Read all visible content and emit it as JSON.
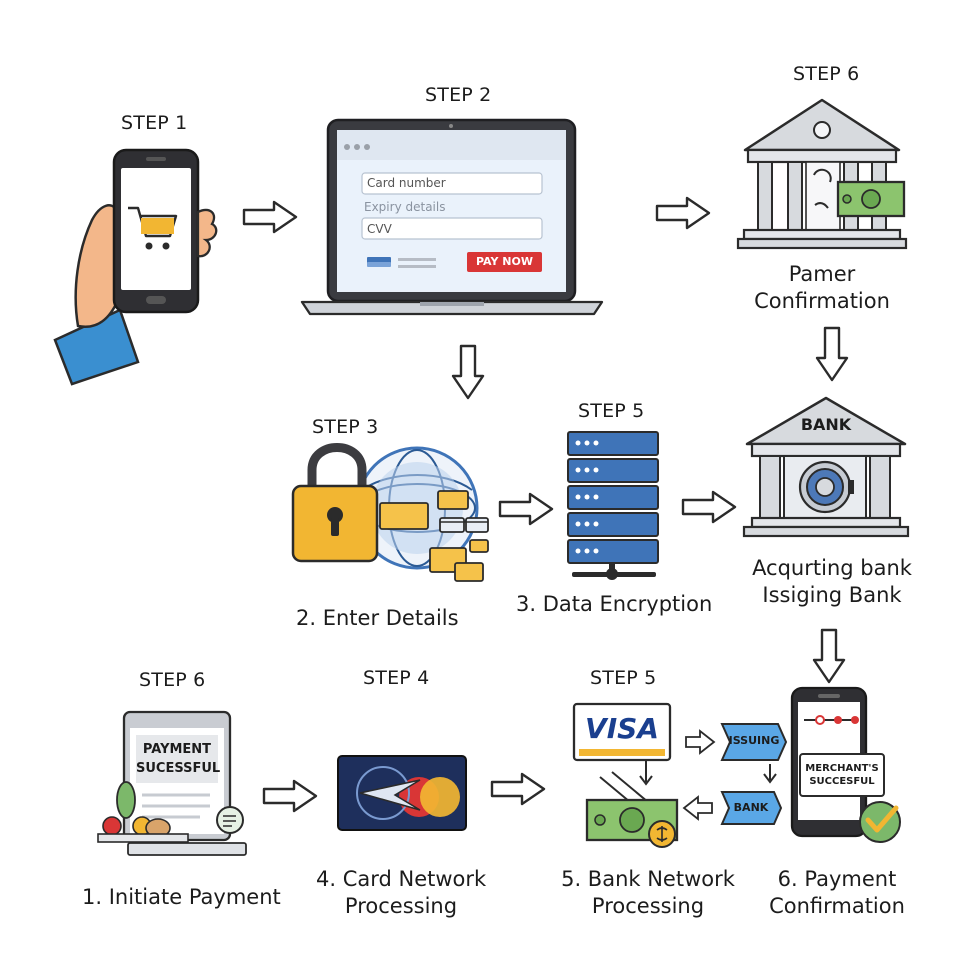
{
  "steps": {
    "top_phone": "STEP 1",
    "top_laptop": "STEP 2",
    "top_bank": "STEP 6",
    "mid_encrypt": "STEP 3",
    "mid_server": "STEP 5",
    "bot_receipt": "STEP 6",
    "bot_card": "STEP 4",
    "bot_visa": "STEP 5"
  },
  "laptop_form": {
    "card_number": "Card number",
    "expiry": "Expiry details",
    "cvv": "CVV",
    "pay_button": "PAY NOW"
  },
  "bank_label": "BANK",
  "captions": {
    "top_bank": [
      "Pamer",
      "Confirmation"
    ],
    "encrypt": "2. Enter Details",
    "server": "3. Data Encryption",
    "acquiring": [
      "Acqurting bank",
      "Issiging Bank"
    ],
    "initiate": "1. Initiate Payment",
    "card_network": [
      "4. Card Network",
      "Processing"
    ],
    "bank_network": [
      "5. Bank Network",
      "Processing"
    ],
    "confirmation": [
      "6. Payment",
      "Confirmation"
    ]
  },
  "receipt": [
    "PAYMENT",
    "SUCESSFUL"
  ],
  "visa_label": "VISA",
  "tags": {
    "issuing": "ISSUING",
    "bank": "BANK",
    "merchant": [
      "MERCHANT'S",
      "SUCCESFUL"
    ]
  },
  "colors": {
    "outline": "#2b2b2b",
    "blue": "#3f74b8",
    "blue_light": "#dce8f6",
    "gold": "#f2b632",
    "green": "#7cb86a",
    "red": "#d93636",
    "grey": "#b9bcc2",
    "navy": "#1e2f5c"
  }
}
